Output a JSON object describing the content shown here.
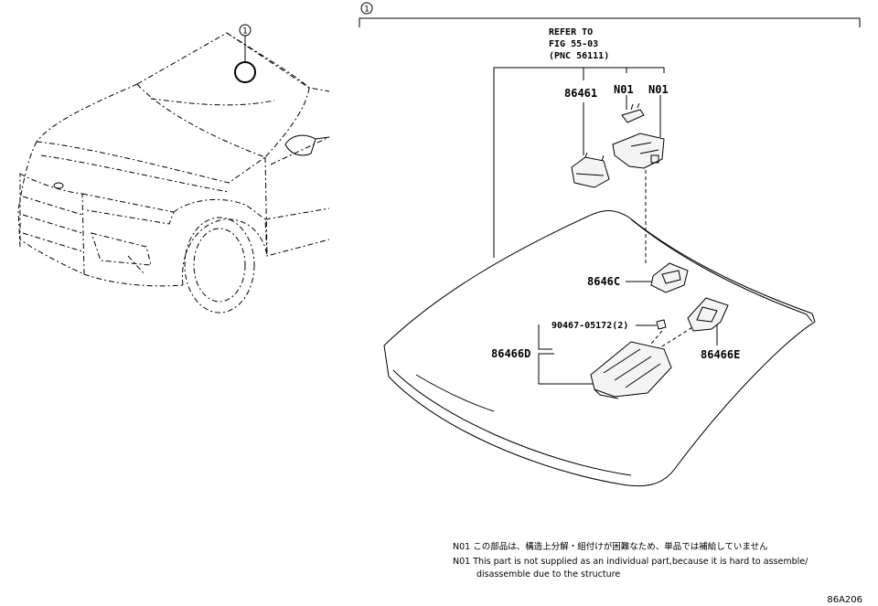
{
  "callouts": [
    "1",
    "1"
  ],
  "refer": {
    "line1": "REFER TO",
    "line2": "FIG 55-03",
    "line3": "(PNC 56111)"
  },
  "parts": [
    {
      "label": "86461"
    },
    {
      "label": "N01"
    },
    {
      "label": "N01"
    },
    {
      "label": "8646C"
    },
    {
      "label": "90467-05172(2)"
    },
    {
      "label": "86466D"
    },
    {
      "label": "86466E"
    }
  ],
  "notes": {
    "ja": "N01 この部品は、構造上分解・組付けが困難なため、単品では補給していません",
    "en1": "N01 This part is not supplied as an individual part,because it is hard to assemble/",
    "en2": "disassemble due to the structure"
  },
  "figure_code": "86A206"
}
